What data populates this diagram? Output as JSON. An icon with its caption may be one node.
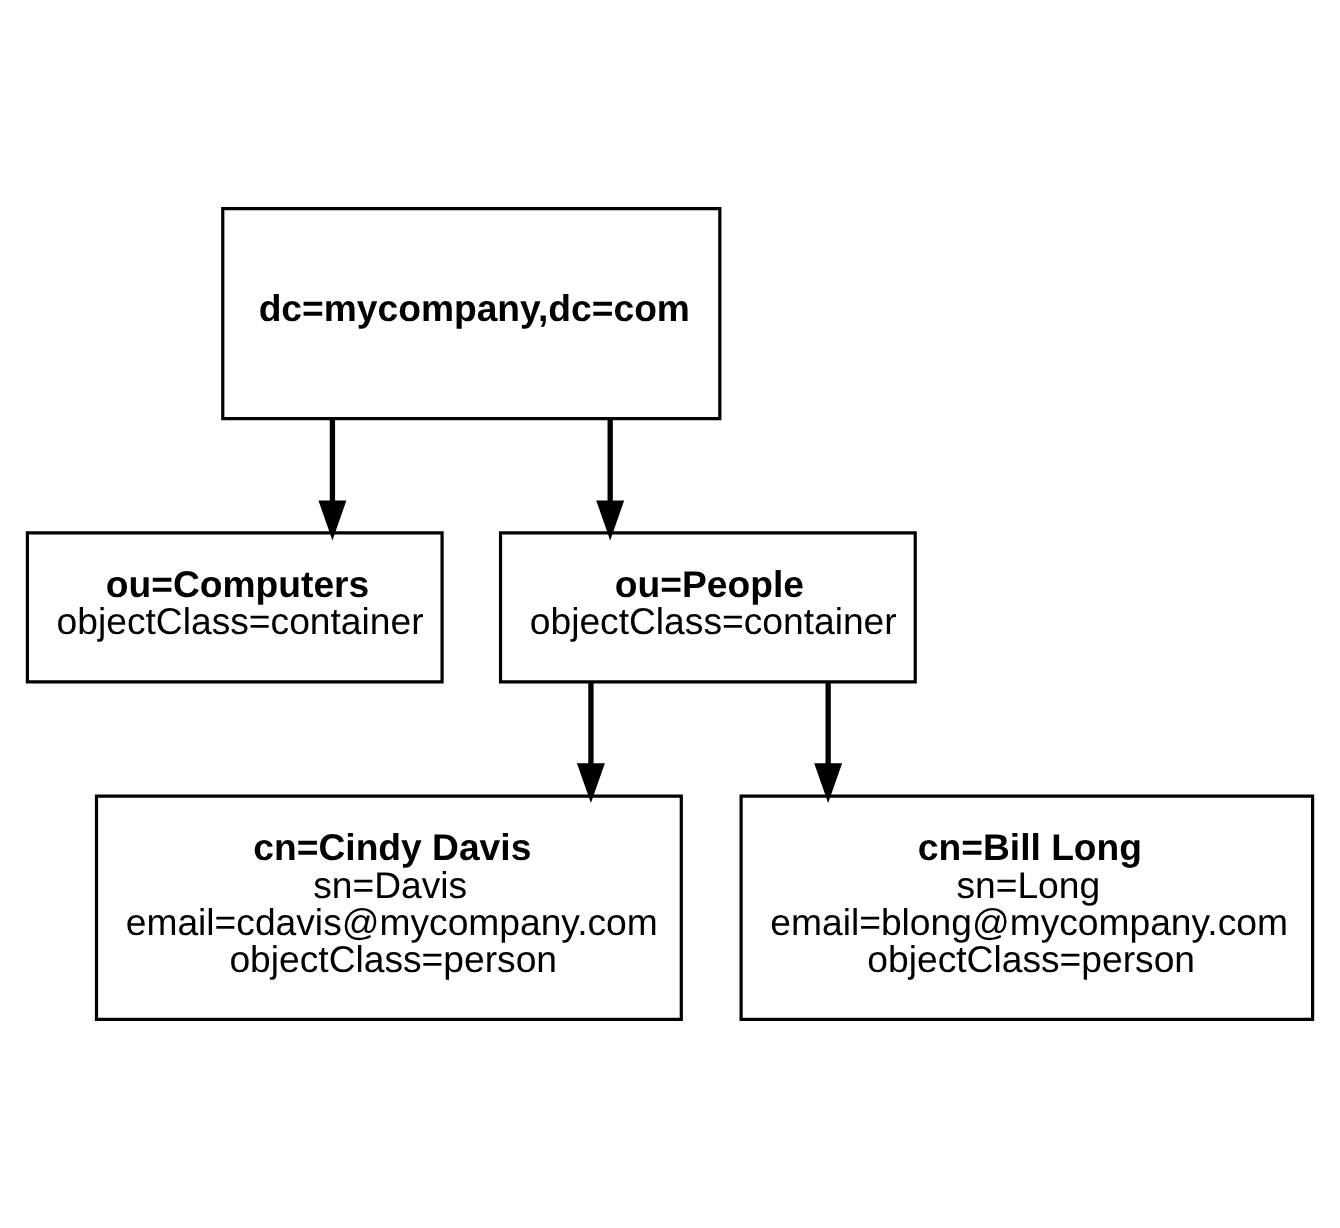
{
  "diagram": {
    "nodes": [
      {
        "text": [
          "dc=mycompany,dc=com"
        ]
      },
      {
        "text": [
          "ou=Computers",
          "objectClass=container"
        ]
      },
      {
        "text": [
          "ou=People",
          "objectClass=container"
        ]
      },
      {
        "text": [
          "cn=Cindy Davis",
          "sn=Davis",
          "email=cdavis@mycompany.com",
          "objectClass=person"
        ]
      },
      {
        "text": [
          "cn=Bill Long",
          "sn=Long",
          "email=blong@mycompany.com",
          "objectClass=person"
        ]
      }
    ],
    "edges": [
      {
        "from": 0,
        "to": 1,
        "arrow": "to"
      },
      {
        "from": 0,
        "to": 2,
        "arrow": "to"
      },
      {
        "from": 2,
        "to": 3,
        "arrow": "to"
      },
      {
        "from": 2,
        "to": 4,
        "arrow": "to"
      }
    ]
  }
}
